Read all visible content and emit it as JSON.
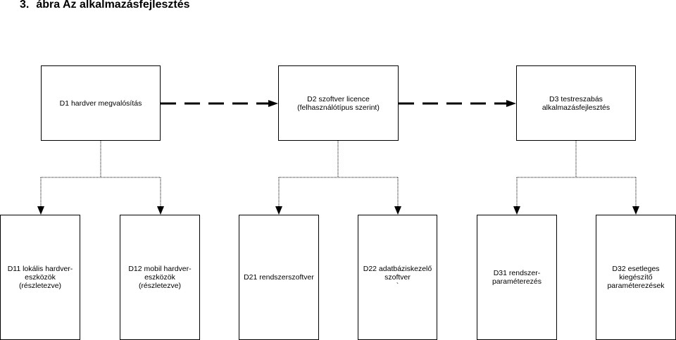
{
  "title": {
    "number": "3.",
    "text": "ábra Az alkalmazásfejlesztés"
  },
  "top_boxes": [
    {
      "label": "D1 hardver megvalósítás"
    },
    {
      "label": "D2 szoftver licence\n(felhasználótípus szerint)"
    },
    {
      "label": "D3 testreszabás\nalkalmazásfejlesztés"
    }
  ],
  "bottom_boxes": [
    {
      "label": "D11 lokális hardver-\neszközök\n(részletezve)"
    },
    {
      "label": "D12 mobil hardver-\neszközök\n(részletezve)"
    },
    {
      "label": "D21 rendszerszoftver"
    },
    {
      "label": "D22 adatbáziskezelő\nszoftver\n`"
    },
    {
      "label": "D31 rendszer-\nparaméterezés"
    },
    {
      "label": "D32 esetleges\nkiegészítő\nparaméterezések"
    }
  ]
}
